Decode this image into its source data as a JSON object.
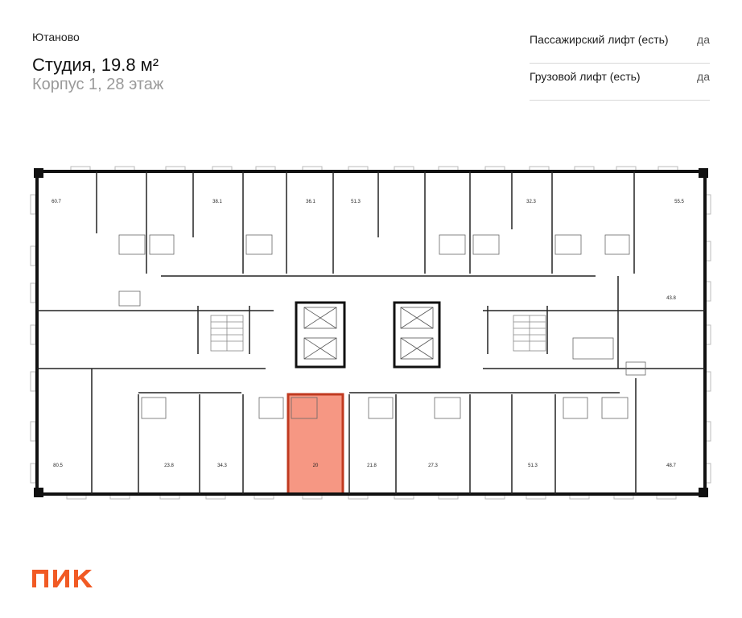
{
  "header": {
    "project": "Ютаново",
    "title": "Студия, 19.8 м²",
    "subtitle": "Корпус 1, 28 этаж"
  },
  "specs": [
    {
      "label": "Пассажирский лифт (есть)",
      "value": "да"
    },
    {
      "label": "Грузовой лифт (есть)",
      "value": "да"
    }
  ],
  "plan": {
    "highlight_color": "#f26b4f",
    "highlight_unit": "20",
    "units_top": [
      "60.7",
      "38.1",
      "36.1",
      "51.3",
      "32.3",
      "55.5"
    ],
    "units_side": [
      "43.8"
    ],
    "units_bottom": [
      "80.5",
      "23.8",
      "34.3",
      "20",
      "21.8",
      "27.3",
      "51.3",
      "48.7"
    ]
  },
  "brand": {
    "logo_text": "ПИК",
    "color": "#f15a24"
  }
}
